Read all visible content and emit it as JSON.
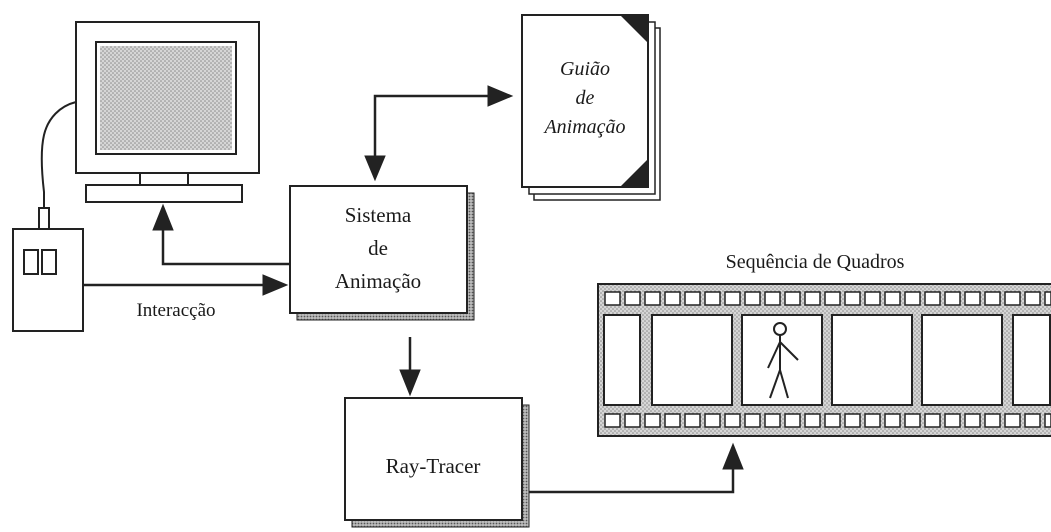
{
  "script_book": {
    "line1": "Guião",
    "line2": "de",
    "line3": "Animação"
  },
  "system_box": {
    "line1": "Sistema",
    "line2": "de",
    "line3": "Animação"
  },
  "raytracer_box": {
    "label": "Ray-Tracer"
  },
  "film_strip": {
    "title": "Sequência de Quadros"
  },
  "interaction": {
    "label": "Interacção"
  }
}
